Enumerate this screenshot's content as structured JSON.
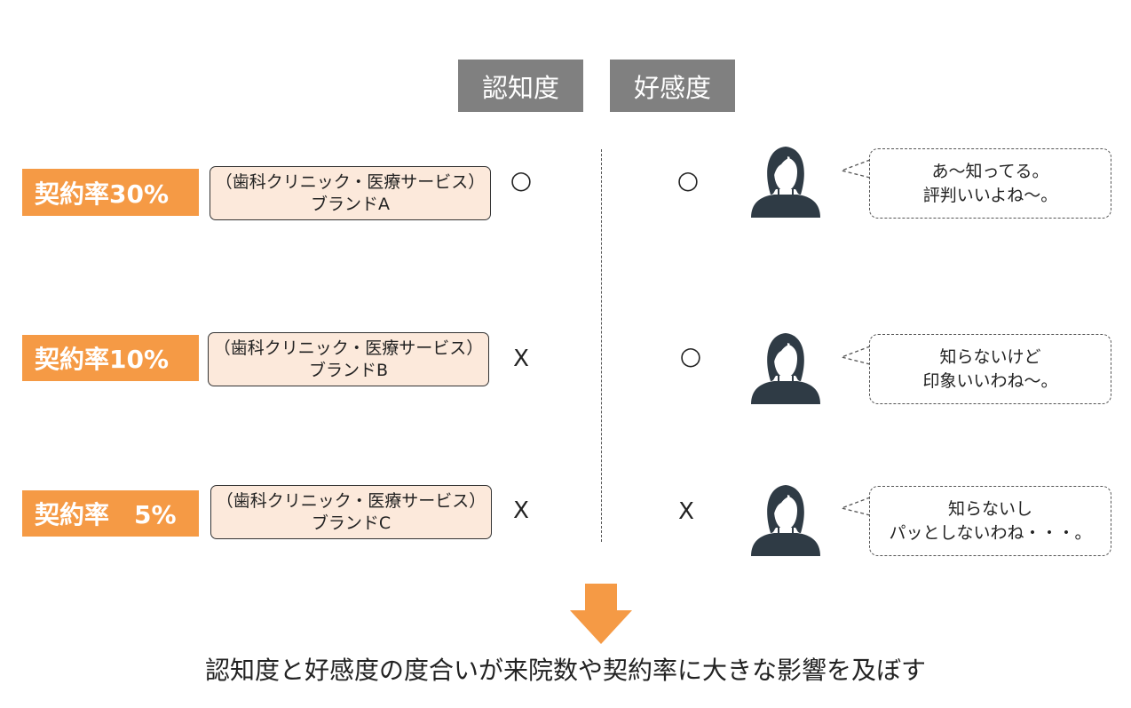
{
  "headers": {
    "awareness": "認知度",
    "favorability": "好感度"
  },
  "rows": [
    {
      "rate": "契約率30%",
      "brand_line1": "（歯科クリニック・医療サービス）",
      "brand_line2": "ブランドA",
      "awareness_mark": "○",
      "favorability_mark": "○",
      "speech_line1": "あ～知ってる。",
      "speech_line2": "評判いいよね～。"
    },
    {
      "rate": "契約率10%",
      "brand_line1": "（歯科クリニック・医療サービス）",
      "brand_line2": "ブランドB",
      "awareness_mark": "X",
      "favorability_mark": "○",
      "speech_line1": "知らないけど",
      "speech_line2": "印象いいわね～。"
    },
    {
      "rate": "契約率　5%",
      "brand_line1": "（歯科クリニック・医療サービス）",
      "brand_line2": "ブランドC",
      "awareness_mark": "X",
      "favorability_mark": "X",
      "speech_line1": "知らないし",
      "speech_line2": "パッとしないわね・・・。"
    }
  ],
  "conclusion": "認知度と好感度の度合いが来院数や契約率に大きな影響を及ぼす",
  "colors": {
    "accent": "#f59a45",
    "header_bg": "#808080",
    "brand_bg": "#fce9db",
    "avatar": "#2f3b45"
  },
  "icons": {
    "person": "person-avatar-icon",
    "arrow": "down-arrow-icon"
  }
}
